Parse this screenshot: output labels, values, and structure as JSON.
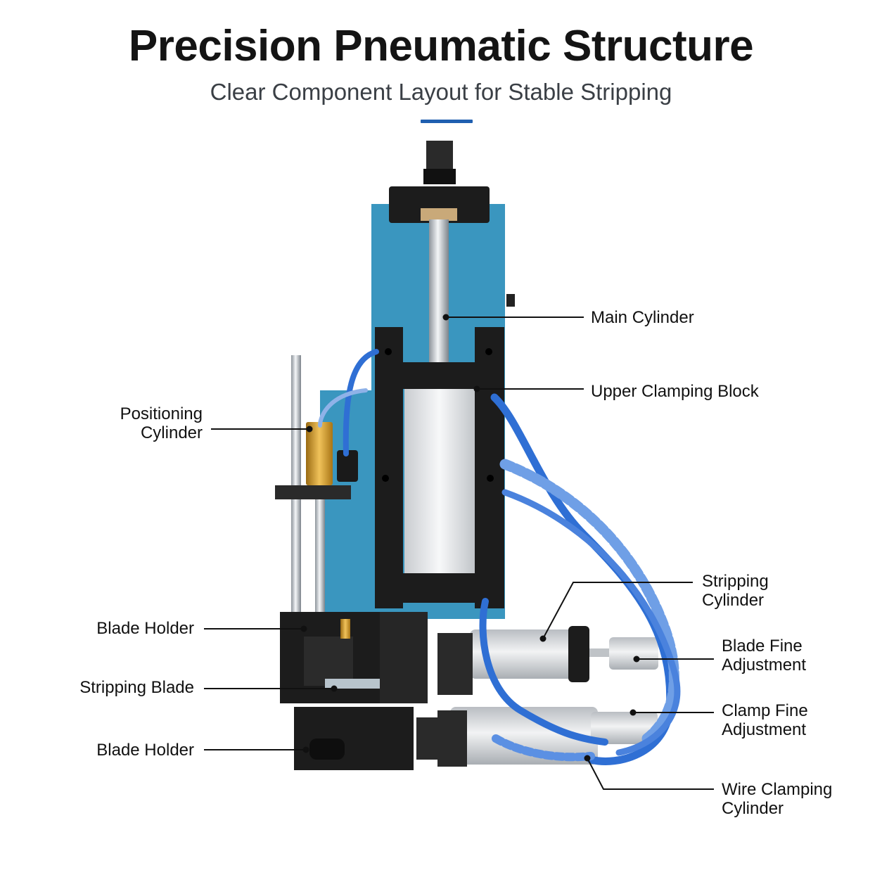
{
  "header": {
    "title": "Precision Pneumatic Structure",
    "subtitle": "Clear Component Layout for Stable Stripping"
  },
  "colors": {
    "accent": "#1f5fb0",
    "panel": "#3a96bf",
    "frame": "#1c1c1c",
    "cylinder": "#e6e8ea",
    "tube": "#2f6fd4",
    "brass": "#d39a2a"
  },
  "labels": {
    "main_cylinder": "Main Cylinder",
    "upper_clamping_block": "Upper Clamping Block",
    "positioning_cylinder": "Positioning\nCylinder",
    "stripping_cylinder": "Stripping\nCylinder",
    "blade_holder_upper": "Blade Holder",
    "stripping_blade": "Stripping Blade",
    "blade_holder_lower": "Blade Holder",
    "blade_fine_adjustment": "Blade Fine\nAdjustment",
    "clamp_fine_adjustment": "Clamp Fine\nAdjustment",
    "wire_clamping_cylinder": "Wire Clamping\nCylinder"
  }
}
